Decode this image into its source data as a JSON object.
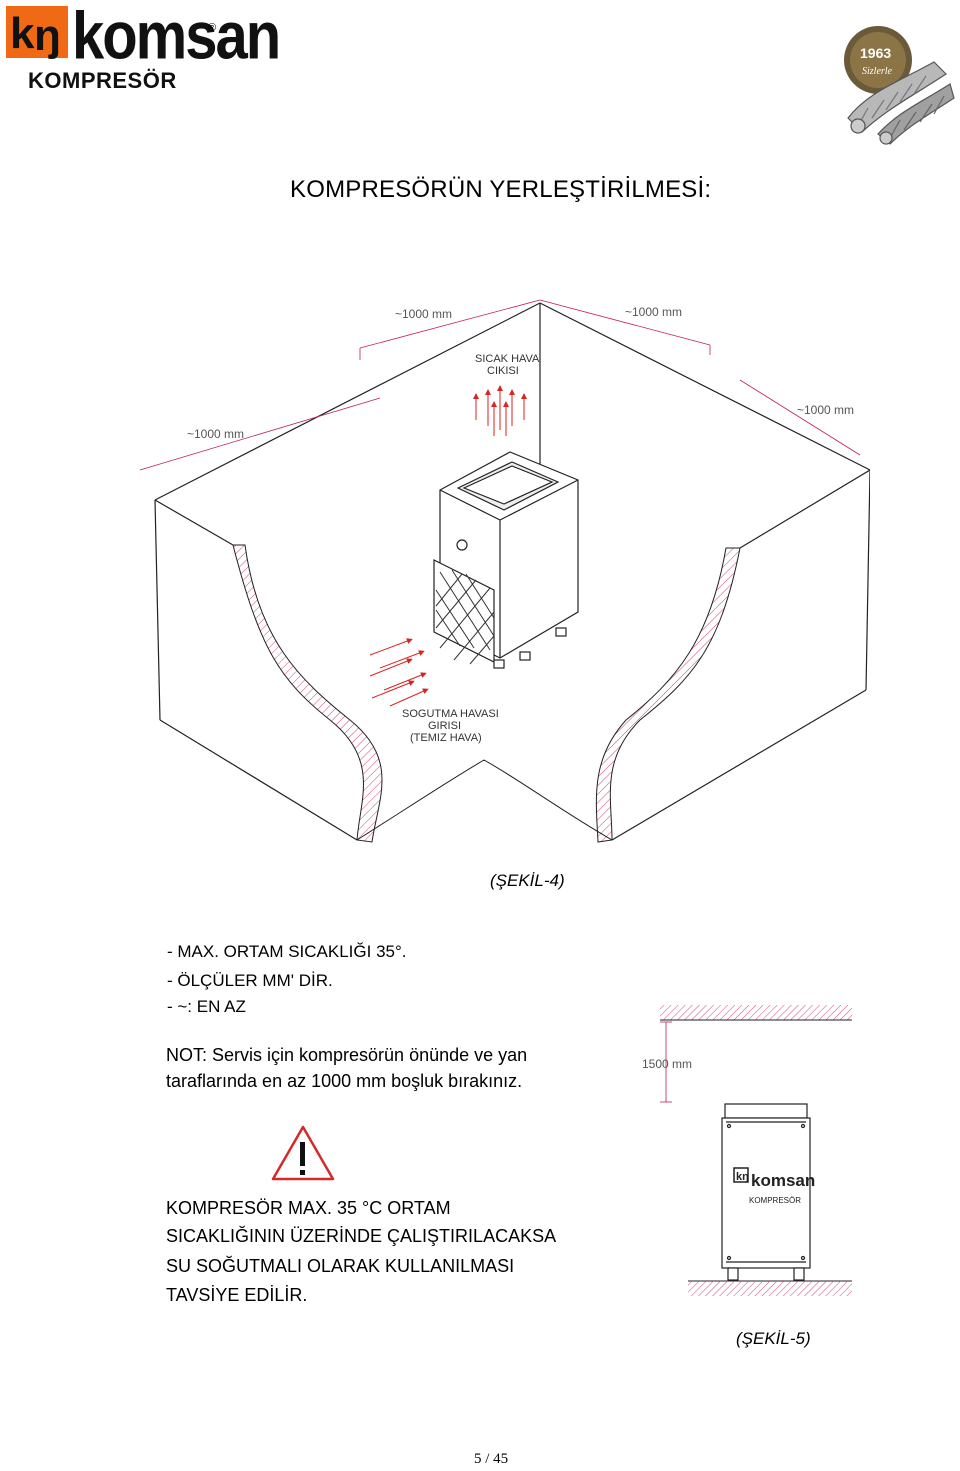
{
  "header": {
    "logo_text": "komsan",
    "logo_sub": "KOMPRESÖR",
    "logo_reg": "®",
    "badge_year": "1963",
    "badge_script": "Sizlerle"
  },
  "title": "KOMPRESÖRÜN YERLEŞTİRİLMESİ:",
  "figure4": {
    "dim_top_left": "~1000 mm",
    "dim_top_right": "~1000 mm",
    "dim_left": "~1000 mm",
    "dim_right": "~1000 mm",
    "hot_air_l1": "SICAK HAVA",
    "hot_air_l2": "CIKISI",
    "cool_l1": "SOGUTMA HAVASI",
    "cool_l2": "GIRISI",
    "cool_l3": "(TEMIZ HAVA)",
    "caption": "(ŞEKİL-4)"
  },
  "notes": [
    "- MAX. ORTAM SICAKLIĞI 35°.",
    "- ÖLÇÜLER MM' DİR.",
    "- ~: EN AZ"
  ],
  "service_note": {
    "line1": "NOT: Servis için kompresörün önünde ve yan",
    "line2": "taraflarında en az 1000 mm boşluk bırakınız."
  },
  "warning": {
    "lines": [
      "KOMPRESÖR MAX. 35 °C ORTAM",
      "SICAKLIĞININ ÜZERİNDE ÇALIŞTIRILACAKSA",
      "SU SOĞUTMALI OLARAK KULLANILMASI",
      "TAVSİYE EDİLİR."
    ]
  },
  "figure5": {
    "dim": "1500 mm",
    "unit_logo": "komsan",
    "unit_sub": "KOMPRESÖR",
    "caption": "(ŞEKİL-5)"
  },
  "page_number": "5 / 45"
}
